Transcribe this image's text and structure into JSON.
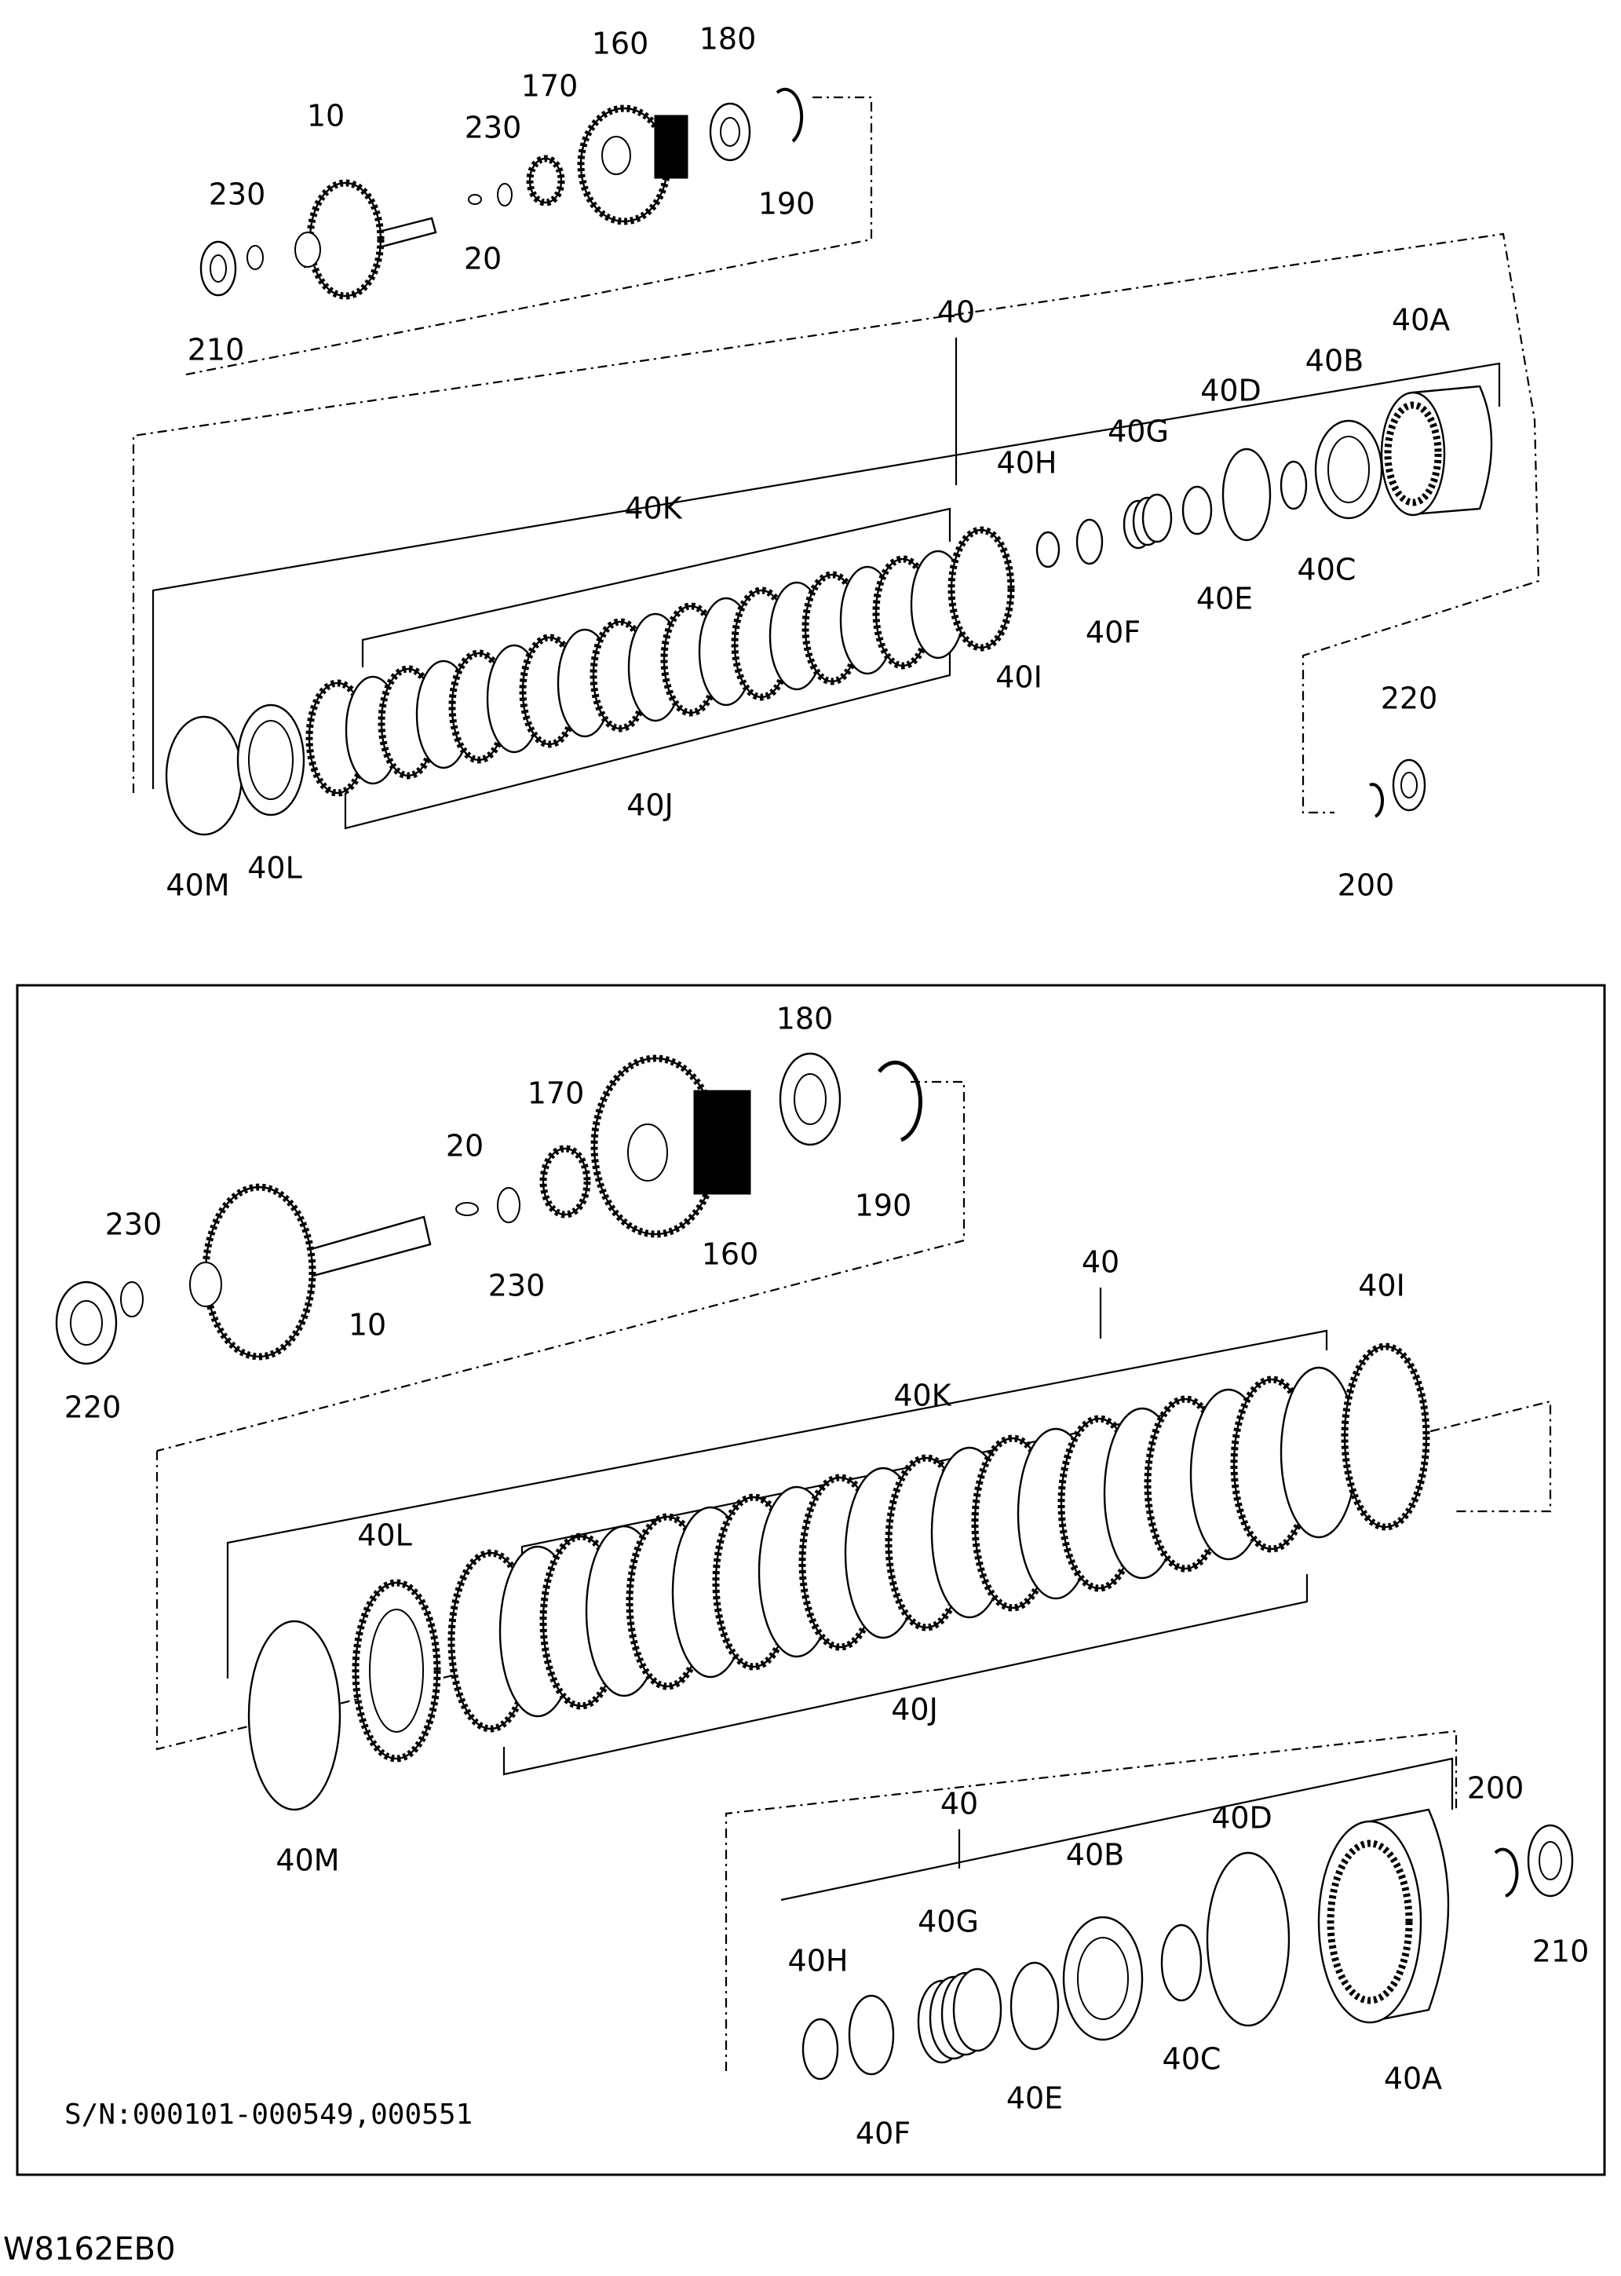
{
  "upper": {
    "labels": [
      "10",
      "20",
      "160",
      "170",
      "180",
      "190",
      "210",
      "230",
      "230",
      "40",
      "40A",
      "40B",
      "40C",
      "40D",
      "40E",
      "40F",
      "40G",
      "40H",
      "40I",
      "40J",
      "40K",
      "40L",
      "40M",
      "200",
      "220"
    ]
  },
  "lower": {
    "labels": [
      "10",
      "20",
      "160",
      "170",
      "180",
      "190",
      "220",
      "230",
      "230",
      "40",
      "40",
      "40A",
      "40B",
      "40C",
      "40D",
      "40E",
      "40F",
      "40G",
      "40H",
      "40I",
      "40J",
      "40K",
      "40L",
      "40M",
      "200",
      "210"
    ]
  },
  "serial_note": "S/N:000101-000549,000551",
  "drawing_code": "W8162EB0"
}
